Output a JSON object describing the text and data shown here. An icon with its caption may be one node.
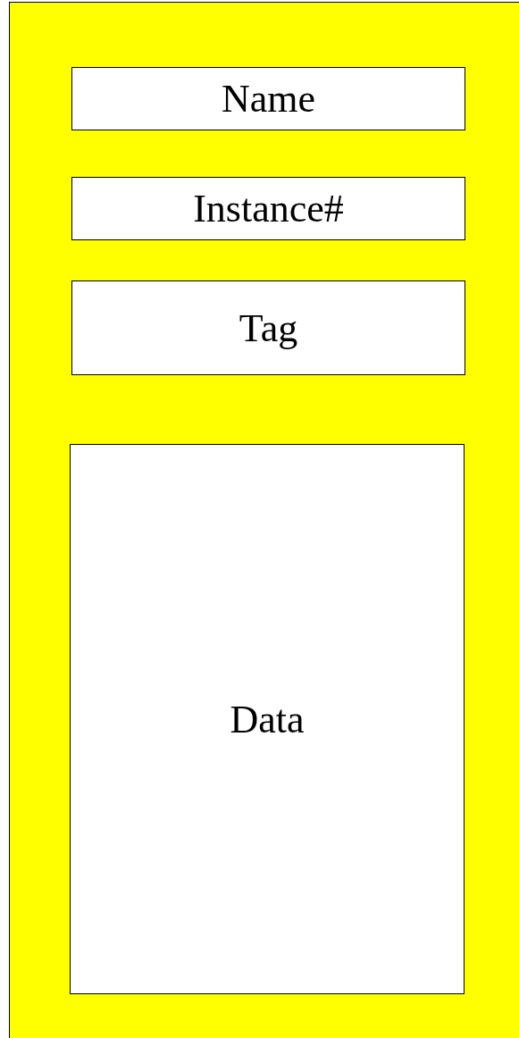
{
  "diagram": {
    "nodes": [
      {
        "text": [],
        "shape": "box"
      },
      {
        "text": [
          "Name"
        ],
        "in": 0
      },
      {
        "text": [
          "Instance#"
        ],
        "in": 0
      },
      {
        "text": [
          "Tag"
        ],
        "in": 0
      },
      {
        "text": [
          "Data"
        ],
        "in": 0
      }
    ]
  }
}
